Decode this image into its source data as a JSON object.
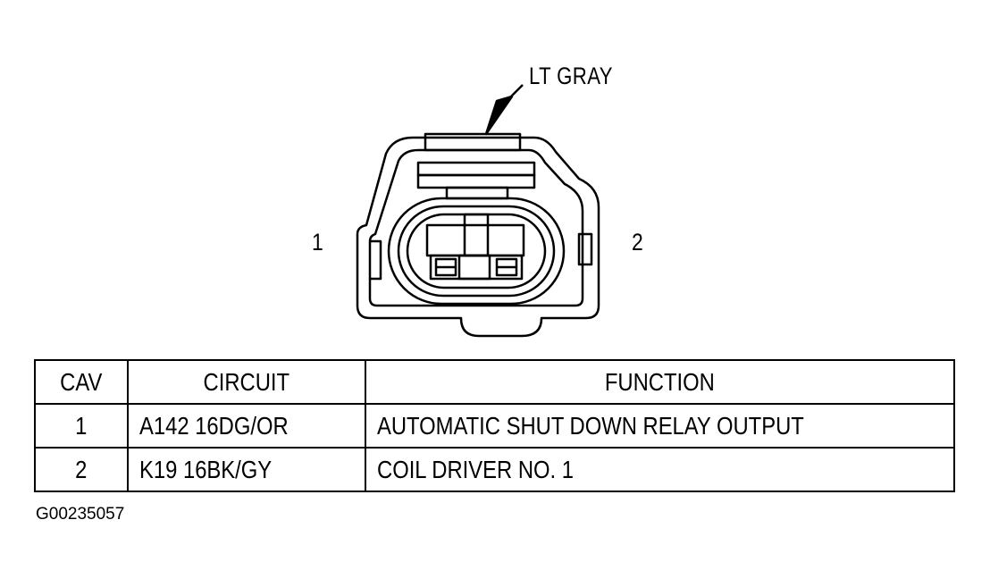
{
  "diagram": {
    "connector_color_label": "LT GRAY",
    "pin_labels": [
      "1",
      "2"
    ]
  },
  "table": {
    "headers": [
      "CAV",
      "CIRCUIT",
      "FUNCTION"
    ],
    "rows": [
      {
        "cav": "1",
        "circuit": "A142 16DG/OR",
        "function": "AUTOMATIC SHUT DOWN RELAY OUTPUT"
      },
      {
        "cav": "2",
        "circuit": "K19 16BK/GY",
        "function": "COIL DRIVER NO. 1"
      }
    ]
  },
  "figure_id": "G00235057"
}
